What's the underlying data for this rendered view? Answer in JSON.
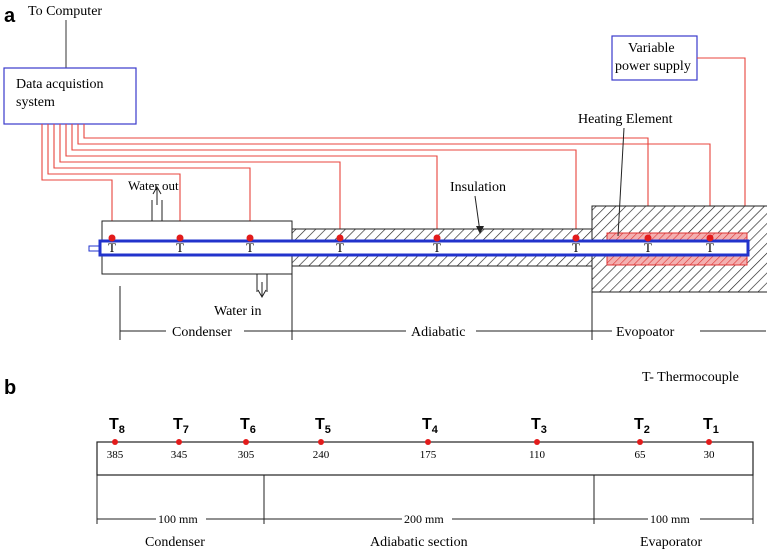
{
  "panel_a": {
    "panel_label": "a",
    "to_computer": "To Computer",
    "daq_line1": "Data acquistion",
    "daq_line2": "system",
    "power_line1": "Variable",
    "power_line2": "power supply",
    "heating_element": "Heating Element",
    "insulation": "Insulation",
    "water_out": "Water out",
    "water_in": "Water in",
    "thermocouple_symbol": "T",
    "sections": [
      "Condenser",
      "Adiabatic",
      "Evopoator"
    ]
  },
  "legend": {
    "thermocouple": "T- Thermocouple"
  },
  "panel_b": {
    "panel_label": "b",
    "sensors": [
      {
        "label": "T",
        "index": "8",
        "position": "385"
      },
      {
        "label": "T",
        "index": "7",
        "position": "345"
      },
      {
        "label": "T",
        "index": "6",
        "position": "305"
      },
      {
        "label": "T",
        "index": "5",
        "position": "240"
      },
      {
        "label": "T",
        "index": "4",
        "position": "175"
      },
      {
        "label": "T",
        "index": "3",
        "position": "110"
      },
      {
        "label": "T",
        "index": "2",
        "position": "65"
      },
      {
        "label": "T",
        "index": "1",
        "position": "30"
      }
    ],
    "dimensions": [
      "100 mm",
      "200 mm",
      "100 mm"
    ],
    "sections": [
      "Condenser",
      "Adiabatic section",
      "Evaporator"
    ]
  },
  "colors": {
    "wire": "#e8443c",
    "pipe": "#2233cc",
    "sensor": "#e21b1b",
    "box": "#3a3acc"
  }
}
